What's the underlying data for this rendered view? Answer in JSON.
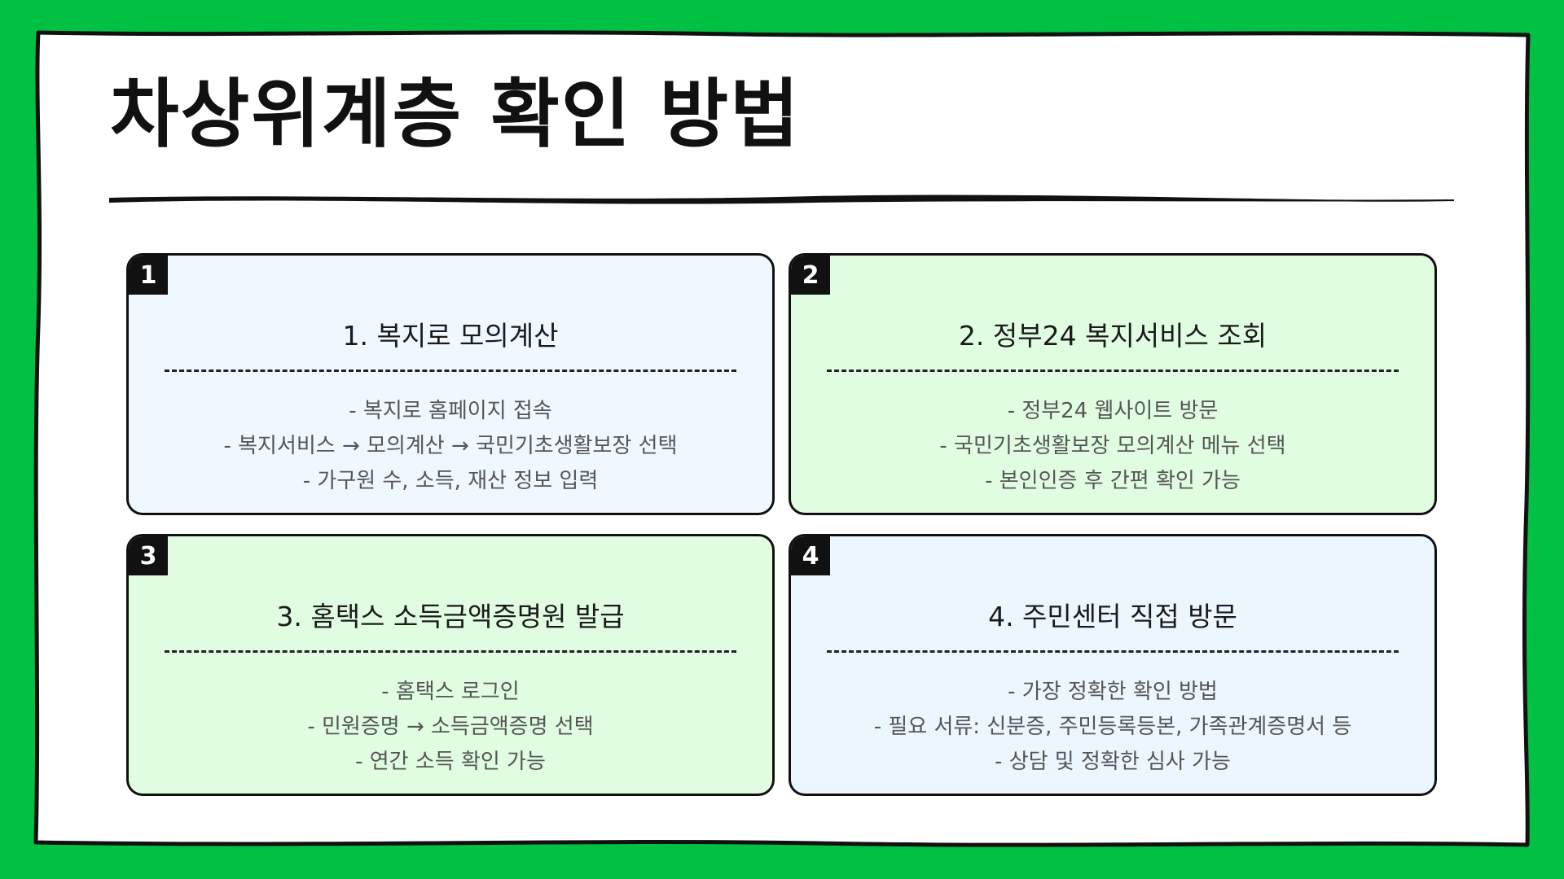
{
  "colors": {
    "background": "#00c143",
    "panel": "#ffffff",
    "ink": "#111111",
    "card_blue": "#eff7ff",
    "card_green": "#e0fde1",
    "card_blue_light": "#ebf6ff",
    "body_text": "#555555"
  },
  "title": "차상위계층 확인 방법",
  "cards": [
    {
      "badge": "1",
      "title": "1. 복지로 모의계산",
      "lines": [
        "- 복지로 홈페이지 접속",
        "- 복지서비스 → 모의계산 → 국민기초생활보장 선택",
        "- 가구원 수, 소득, 재산 정보 입력"
      ]
    },
    {
      "badge": "2",
      "title": "2. 정부24 복지서비스 조회",
      "lines": [
        "- 정부24 웹사이트 방문",
        "- 국민기초생활보장 모의계산 메뉴 선택",
        "- 본인인증 후 간편 확인 가능"
      ]
    },
    {
      "badge": "3",
      "title": "3. 홈택스 소득금액증명원 발급",
      "lines": [
        "- 홈택스 로그인",
        "- 민원증명 → 소득금액증명 선택",
        "- 연간 소득 확인 가능"
      ]
    },
    {
      "badge": "4",
      "title": "4. 주민센터 직접 방문",
      "lines": [
        "- 가장 정확한 확인 방법",
        "- 필요 서류: 신분증, 주민등록등본, 가족관계증명서 등",
        "- 상담 및 정확한 심사 가능"
      ]
    }
  ]
}
